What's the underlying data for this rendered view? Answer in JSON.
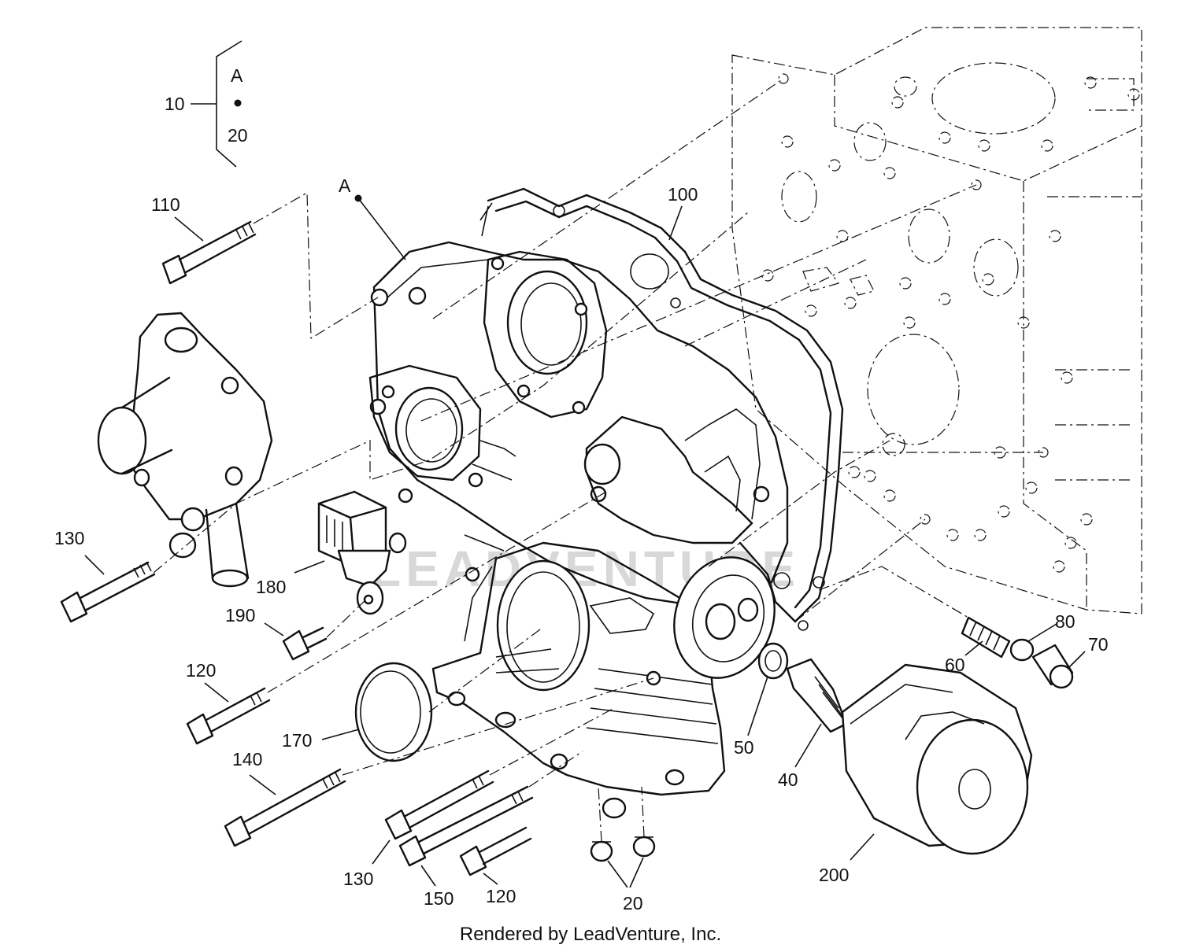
{
  "legend": {
    "assembly_number": "10",
    "top_item": "A",
    "bottom_item": "20"
  },
  "callouts": [
    {
      "id": "c110",
      "text": "110"
    },
    {
      "id": "cA",
      "text": "A"
    },
    {
      "id": "c100",
      "text": "100"
    },
    {
      "id": "c130a",
      "text": "130"
    },
    {
      "id": "c180",
      "text": "180"
    },
    {
      "id": "c190",
      "text": "190"
    },
    {
      "id": "c120a",
      "text": "120"
    },
    {
      "id": "c170",
      "text": "170"
    },
    {
      "id": "c140",
      "text": "140"
    },
    {
      "id": "c130b",
      "text": "130"
    },
    {
      "id": "c150",
      "text": "150"
    },
    {
      "id": "c120b",
      "text": "120"
    },
    {
      "id": "c20",
      "text": "20"
    },
    {
      "id": "c50",
      "text": "50"
    },
    {
      "id": "c40",
      "text": "40"
    },
    {
      "id": "c200",
      "text": "200"
    },
    {
      "id": "c60",
      "text": "60"
    },
    {
      "id": "c80",
      "text": "80"
    },
    {
      "id": "c70",
      "text": "70"
    }
  ],
  "watermark": "LEADVENTURE",
  "credit": "Rendered by LeadVenture, Inc."
}
